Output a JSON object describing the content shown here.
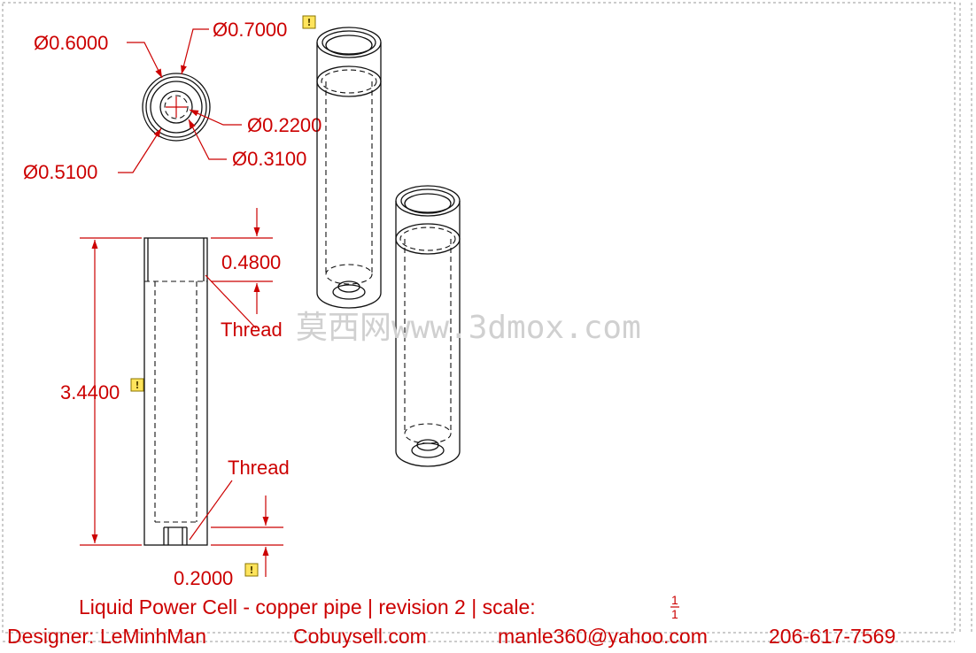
{
  "dimensions": {
    "outer_diameter": "Ø0.7000",
    "diameter_2": "Ø0.6000",
    "diameter_3": "Ø0.5100",
    "diameter_4": "Ø0.3100",
    "diameter_5": "Ø0.2200",
    "length": "3.4400",
    "thread_depth": "0.4800",
    "bottom_thickness": "0.2000"
  },
  "labels": {
    "thread_top": "Thread",
    "thread_bottom": "Thread"
  },
  "watermark": "莫西网www.3dmox.com",
  "footer": {
    "title_line": "Liquid Power Cell - copper pipe  |  revision 2  |  scale:",
    "scale_num": "1",
    "scale_den": "1",
    "designer": "Designer: LeMinhMan",
    "site": "Cobuysell.com",
    "email": "manle360@yahoo.com",
    "phone": "206-617-7569"
  },
  "colors": {
    "dimension": "#cc0000",
    "outline": "#111111",
    "warning": "#ffe45c"
  },
  "icons": {
    "warning": "warning-icon"
  }
}
